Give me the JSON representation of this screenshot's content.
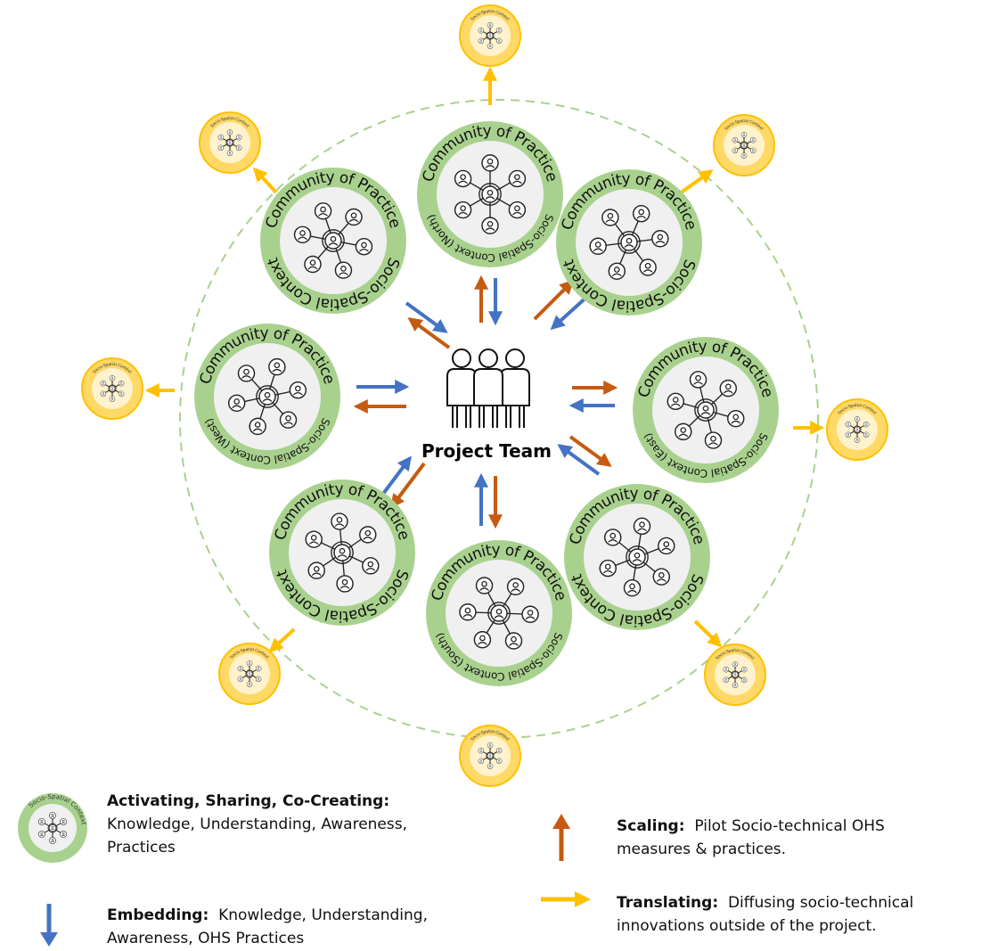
{
  "center": {
    "label": "Project Team"
  },
  "communities": [
    {
      "id": "north",
      "title": "Community of Practice",
      "subtitle": "Socio-Spatial Context (North)"
    },
    {
      "id": "northeast",
      "title": "Community of Practice",
      "subtitle": "Socio-Spatial Context"
    },
    {
      "id": "east",
      "title": "Community of Practice",
      "subtitle": "Socio-Spatial Context (East)"
    },
    {
      "id": "southeast",
      "title": "Community of Practice",
      "subtitle": "Socio-Spatial Context"
    },
    {
      "id": "south",
      "title": "Community of Practice",
      "subtitle": "Socio-Spatial Context (South)"
    },
    {
      "id": "southwest",
      "title": "Community of Practice",
      "subtitle": "Socio-Spatial Context"
    },
    {
      "id": "west",
      "title": "Community of Practice",
      "subtitle": "Socio-Spatial Context (West)"
    },
    {
      "id": "northwest",
      "title": "Community of Practice",
      "subtitle": "Socio-Spatial Context"
    }
  ],
  "outer_nodes": {
    "label": "Socio-Spatial Context"
  },
  "legend": {
    "activating": {
      "icon_label": "Socio-Spatial Context",
      "title": "Activating, Sharing, Co-Creating:",
      "text_line1": "Knowledge, Understanding, Awareness,",
      "text_line2": "Practices"
    },
    "embedding": {
      "title": "Embedding:",
      "text_line1": "Knowledge, Understanding,",
      "text_line2": "Awareness, OHS Practices"
    },
    "scaling": {
      "title": "Scaling:",
      "text_line1": "Pilot Socio-technical OHS",
      "text_line2": "measures & practices."
    },
    "translating": {
      "title": "Translating:",
      "text_line1": "Diffusing socio-technical",
      "text_line2": "innovations outside of the project."
    }
  },
  "colors": {
    "embedding": "#4472c4",
    "scaling": "#c55a11",
    "translating": "#ffc000",
    "community_ring": "#a9d18e",
    "community_fill": "#f0f0f0",
    "outer_fill": "#ffd966",
    "dashed_circle": "#a9d18e"
  },
  "icons": {
    "person": "person-circle-icon",
    "team": "team-people-icon",
    "network": "network-hub-icon"
  }
}
